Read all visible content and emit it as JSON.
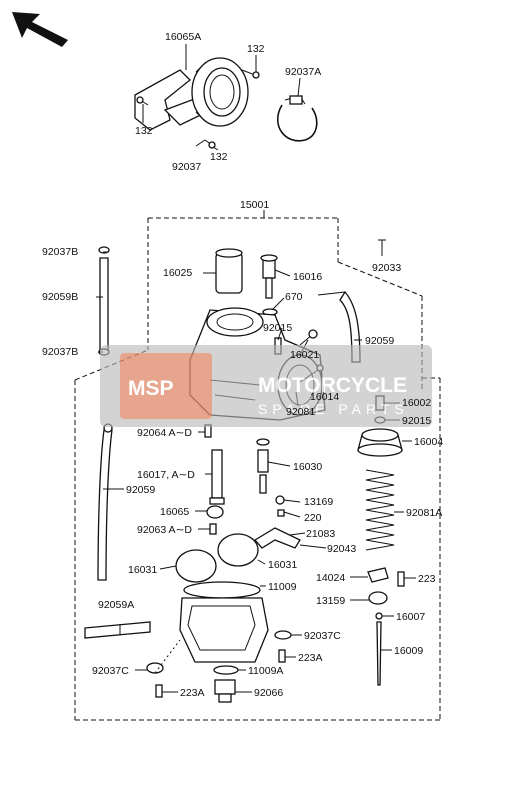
{
  "labels": {
    "l_16065A": "16065A",
    "l_132a": "132",
    "l_92037A": "92037A",
    "l_132b": "132",
    "l_92037": "92037",
    "l_132c": "132",
    "l_15001": "15001",
    "l_92037B_top": "92037B",
    "l_92033": "92033",
    "l_16025": "16025",
    "l_16016": "16016",
    "l_92059B": "92059B",
    "l_670": "670",
    "l_92015a": "92015",
    "l_92059": "92059",
    "l_92037B_bot": "92037B",
    "l_16021": "16021",
    "l_16014": "16014",
    "l_16002": "16002",
    "l_92081": "92081",
    "l_92015b": "92015",
    "l_92064": "92064  A∼D",
    "l_16004": "16004",
    "l_16017": "16017, A∼D",
    "l_16030": "16030",
    "l_92059_left": "92059",
    "l_13169": "13169",
    "l_16065": "16065",
    "l_220": "220",
    "l_92081A": "92081A",
    "l_92063": "92063  A∼D",
    "l_21083": "21083",
    "l_92043": "92043",
    "l_16031_a": "16031",
    "l_16031_b": "16031",
    "l_11009": "11009",
    "l_14024": "14024",
    "l_223a": "223",
    "l_13159": "13159",
    "l_16007": "16007",
    "l_92059A": "92059A",
    "l_92037C_r": "92037C",
    "l_16009": "16009",
    "l_223A_r": "223A",
    "l_92037C_l": "92037C",
    "l_11009A": "11009A",
    "l_223A_b": "223A",
    "l_92066": "92066"
  },
  "watermark": {
    "logo": "MSP",
    "line1": "MOTORCYCLE",
    "line2": "SPARE PARTS",
    "logo_color": "#e8825e",
    "band_color": "#b8b8b8"
  },
  "icons": {
    "corner_arrow": "arrow-up-left-icon"
  }
}
